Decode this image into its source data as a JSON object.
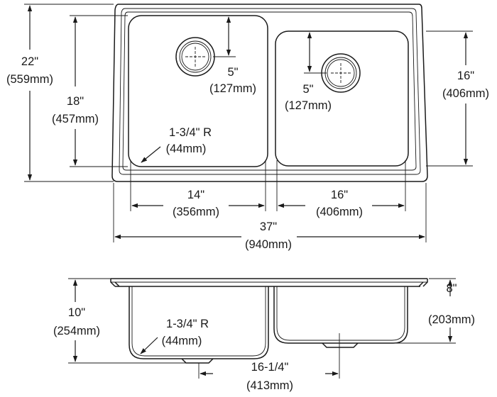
{
  "top_view": {
    "overall_depth": {
      "in": "22\"",
      "mm": "(559mm)"
    },
    "left_bowl_depth": {
      "in": "18\"",
      "mm": "(457mm)"
    },
    "right_bowl_depth": {
      "in": "16\"",
      "mm": "(406mm)"
    },
    "left_drain_offset": {
      "in": "5\"",
      "mm": "(127mm)"
    },
    "right_drain_offset": {
      "in": "5\"",
      "mm": "(127mm)"
    },
    "corner_radius": {
      "in": "1-3/4\" R",
      "mm": "(44mm)"
    },
    "left_bowl_width": {
      "in": "14\"",
      "mm": "(356mm)"
    },
    "right_bowl_width": {
      "in": "16\"",
      "mm": "(406mm)"
    },
    "overall_width": {
      "in": "37\"",
      "mm": "(940mm)"
    }
  },
  "side_view": {
    "left_bowl_height": {
      "in": "10\"",
      "mm": "(254mm)"
    },
    "right_bowl_height": {
      "in": "8\"",
      "mm": "(203mm)"
    },
    "corner_radius": {
      "in": "1-3/4\" R",
      "mm": "(44mm)"
    },
    "drain_spacing": {
      "in": "16-1/4\"",
      "mm": "(413mm)"
    }
  }
}
